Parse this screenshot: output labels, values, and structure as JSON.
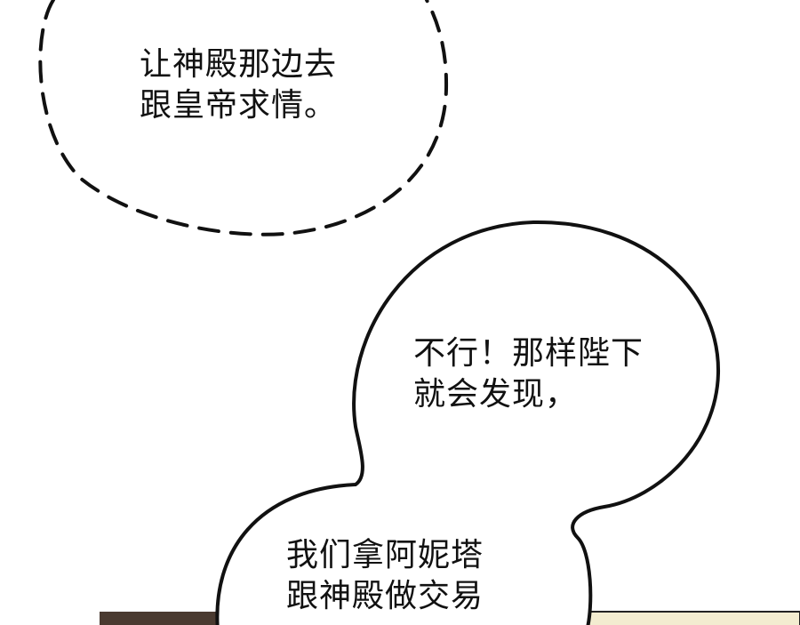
{
  "bubbles": [
    {
      "style": "dashed-thought",
      "lines": [
        "让神殿那边去",
        "跟皇帝求情。"
      ]
    },
    {
      "style": "speech",
      "lines": [
        "不行！那样陛下",
        "就会发现，"
      ]
    },
    {
      "style": "speech",
      "lines": [
        "我们拿阿妮塔",
        "跟神殿做交易"
      ]
    }
  ],
  "colors": {
    "background": "#ffffff",
    "ink": "#111111",
    "panel_dark": "#4a3a30",
    "panel_light": "#f3ecd0"
  }
}
